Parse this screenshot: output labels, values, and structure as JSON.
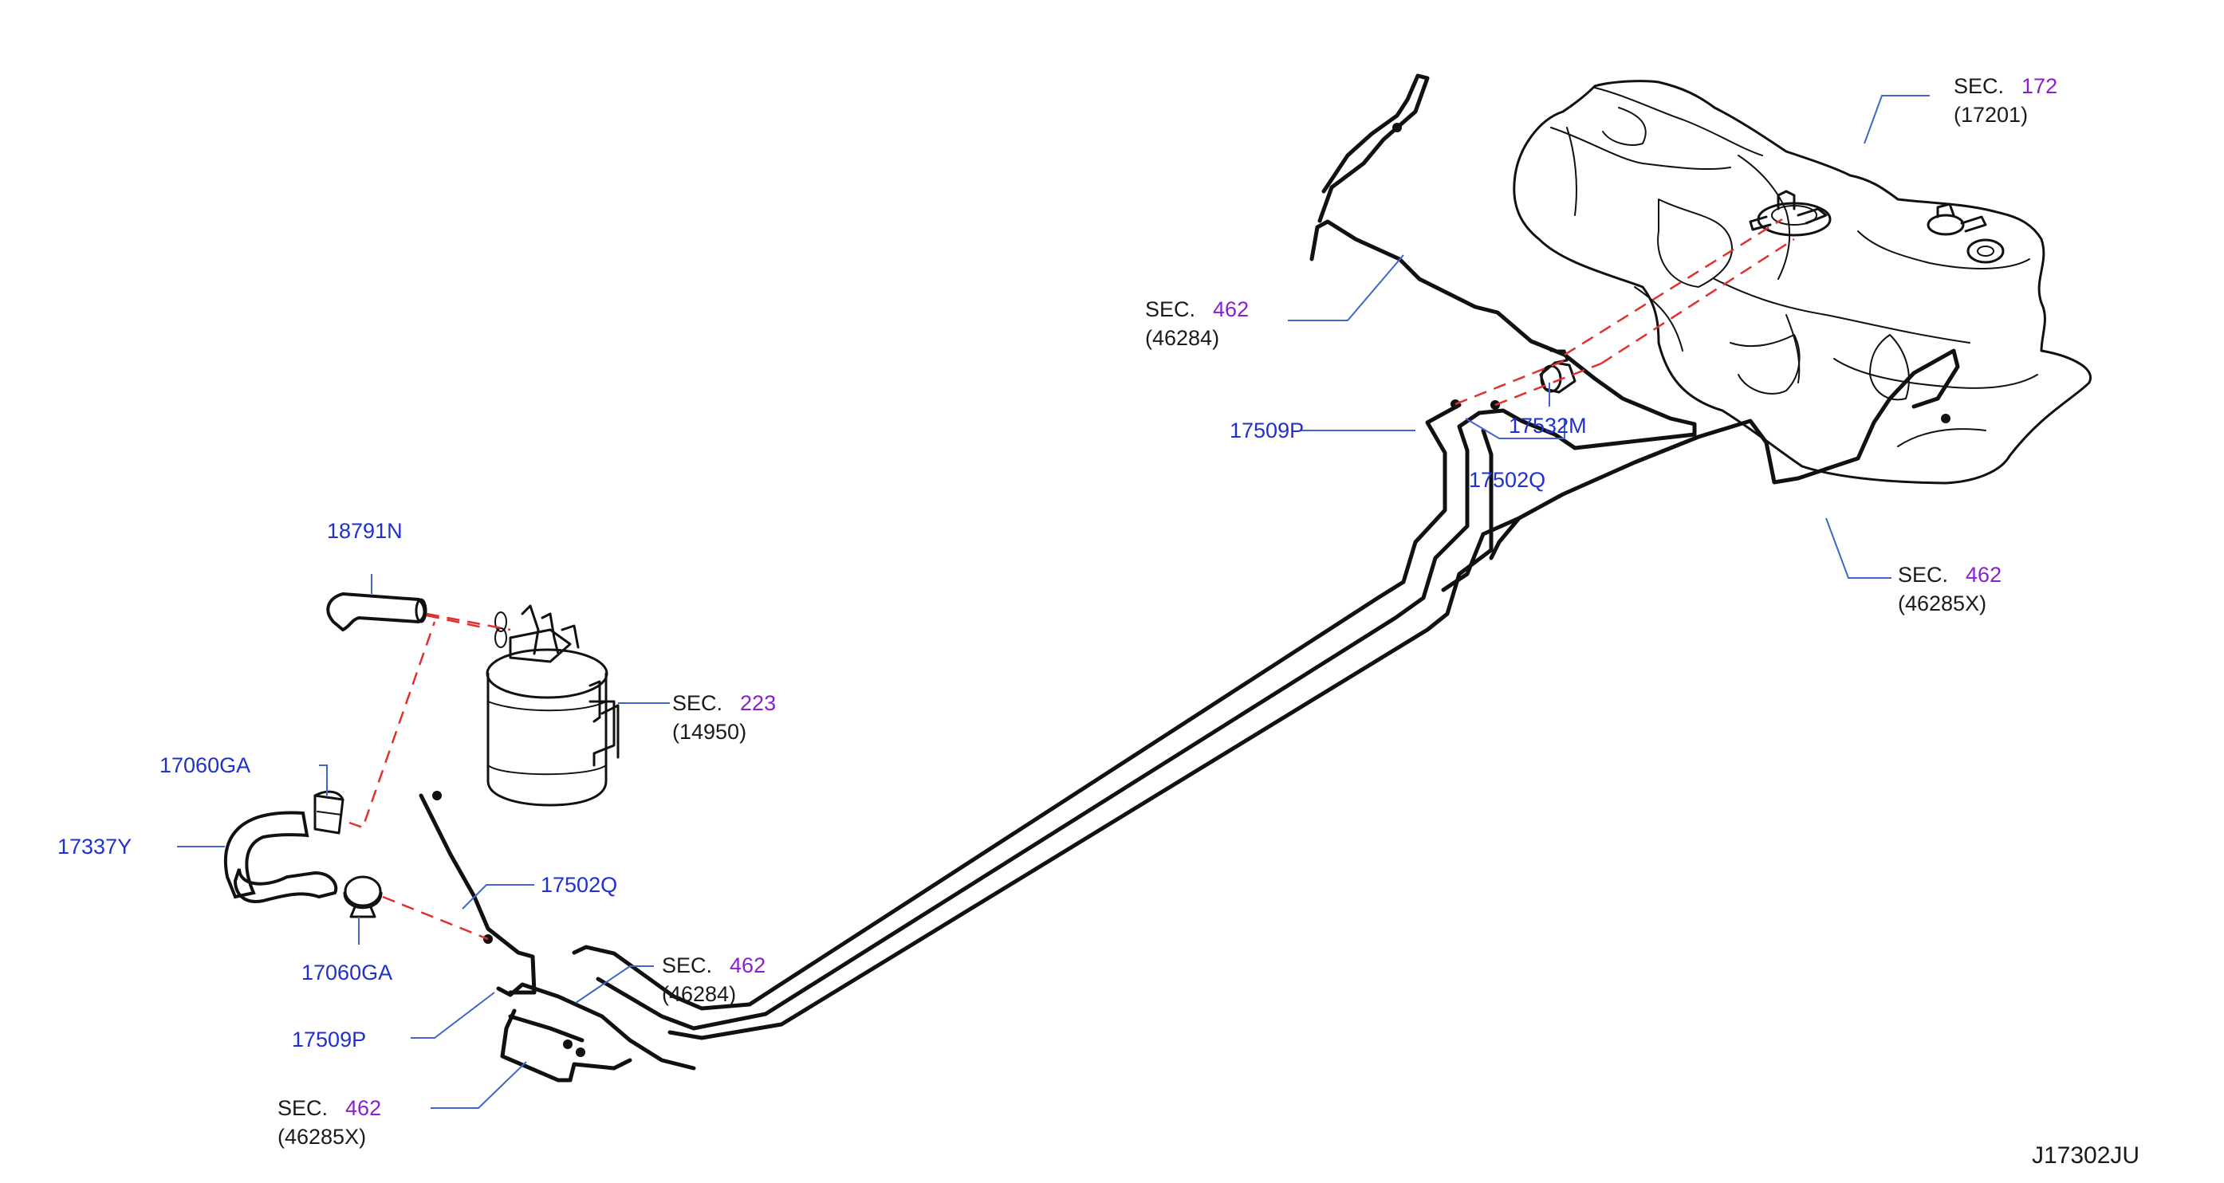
{
  "colors": {
    "part_number": "#1f2fd0",
    "section_number": "#8a1fd0",
    "leader_line": "#3f66c9",
    "dashed_guide": "#e03030",
    "line_art": "#111111"
  },
  "diagram_id": "J17302JU",
  "callouts": {
    "sec172": {
      "sec": "SEC.",
      "num": "172",
      "part": "(17201)"
    },
    "sec462_top": {
      "sec": "SEC.",
      "num": "462",
      "part": "(46284)"
    },
    "sec462_tank_right": {
      "sec": "SEC.",
      "num": "462",
      "part": "(46285X)"
    },
    "sec223": {
      "sec": "SEC.",
      "num": "223",
      "part": "(14950)"
    },
    "sec462_bottom_a": {
      "sec": "SEC.",
      "num": "462",
      "part": "(46284)"
    },
    "sec462_bottom_b": {
      "sec": "SEC.",
      "num": "462",
      "part": "(46285X)"
    }
  },
  "parts": {
    "p17509P_top": "17509P",
    "p17532M": "17532M",
    "p17502Q_top": "17502Q",
    "p18791N": "18791N",
    "p17060GA_top": "17060GA",
    "p17337Y": "17337Y",
    "p17502Q_mid": "17502Q",
    "p17060GA_bottom": "17060GA",
    "p17509P_bottom": "17509P"
  }
}
